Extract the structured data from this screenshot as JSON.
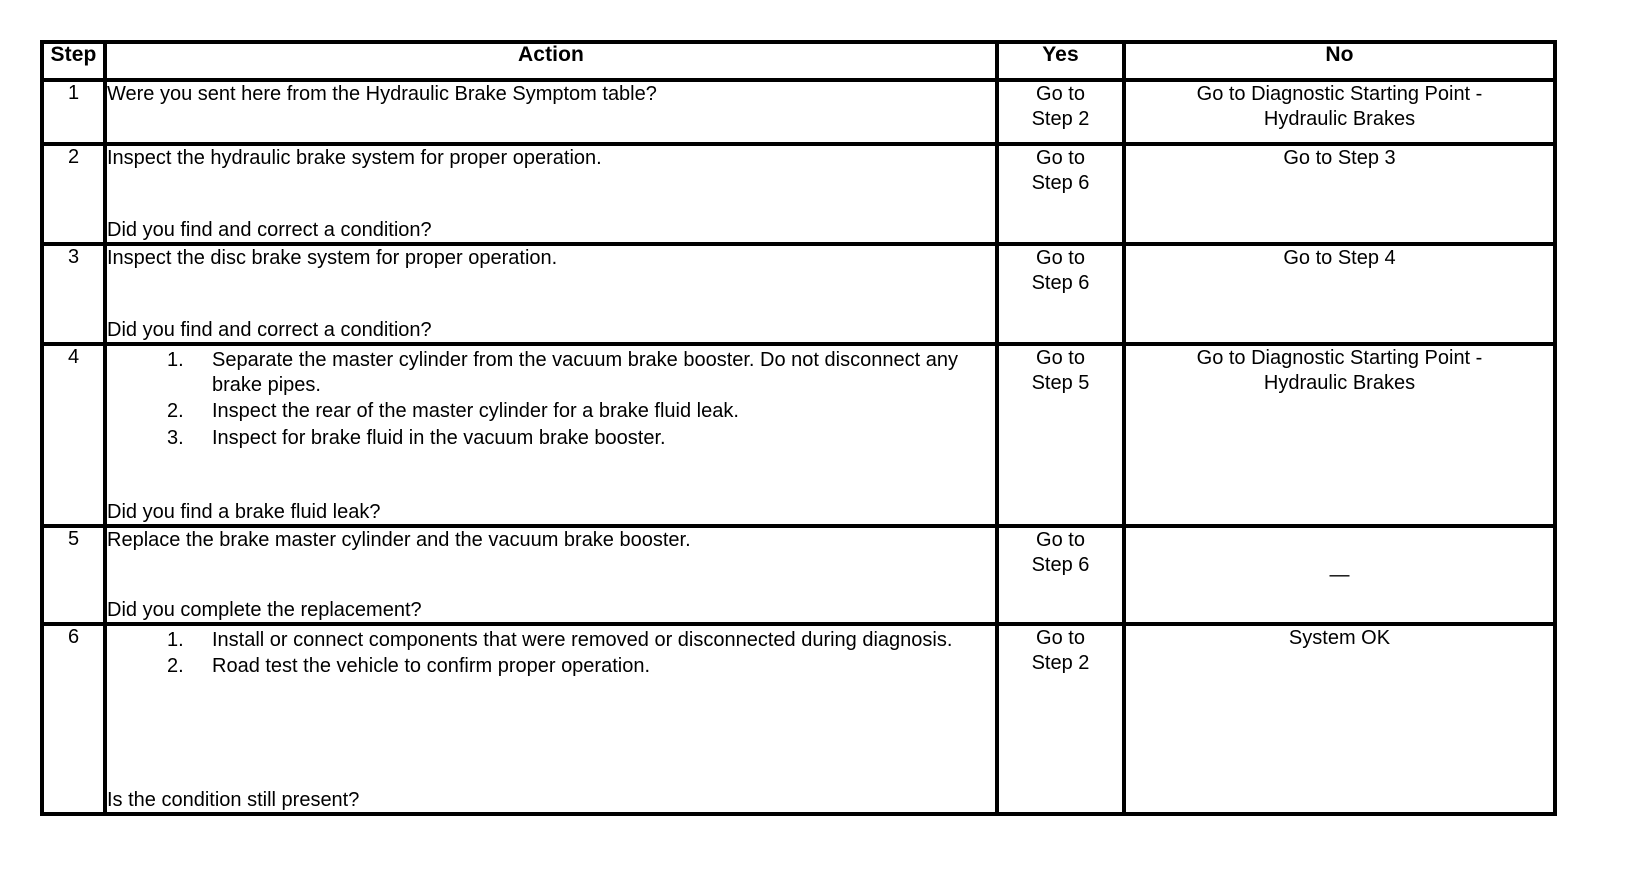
{
  "table": {
    "columns": [
      {
        "key": "step",
        "label": "Step"
      },
      {
        "key": "action",
        "label": "Action"
      },
      {
        "key": "yes",
        "label": "Yes"
      },
      {
        "key": "no",
        "label": "No"
      }
    ],
    "rows": [
      {
        "step": "1",
        "action_lead": "Were you sent here from the Hydraulic Brake Symptom table?",
        "action_items": [],
        "action_question": "",
        "yes": "Go to\nStep 2",
        "yes_line1": "Go to",
        "yes_line2": "Step 2",
        "no": "Go to Diagnostic Starting Point -\nHydraulic Brakes",
        "no_line1": "Go to Diagnostic Starting Point -",
        "no_line2": "Hydraulic Brakes"
      },
      {
        "step": "2",
        "action_lead": "Inspect the hydraulic brake system for proper operation.",
        "action_items": [],
        "action_question": "Did you find and correct a condition?",
        "yes_line1": "Go to",
        "yes_line2": "Step 6",
        "no_line1": "Go to Step 3",
        "no_line2": ""
      },
      {
        "step": "3",
        "action_lead": "Inspect the disc brake system for proper operation.",
        "action_items": [],
        "action_question": "Did you find and correct a condition?",
        "yes_line1": "Go to",
        "yes_line2": "Step 6",
        "no_line1": "Go to Step 4",
        "no_line2": ""
      },
      {
        "step": "4",
        "action_lead": "",
        "action_items": [
          "Separate the master cylinder from the vacuum brake booster. Do not disconnect any brake pipes.",
          "Inspect the rear of the master cylinder for a brake fluid leak.",
          "Inspect for brake fluid in the vacuum brake booster."
        ],
        "action_question": "Did you find a brake fluid leak?",
        "yes_line1": "Go to",
        "yes_line2": "Step 5",
        "no_line1": "Go to Diagnostic Starting Point -",
        "no_line2": "Hydraulic Brakes"
      },
      {
        "step": "5",
        "action_lead": "Replace the brake master cylinder and the vacuum brake booster.",
        "action_items": [],
        "action_question": "Did you complete the replacement?",
        "yes_line1": "Go to",
        "yes_line2": "Step 6",
        "no_line1": "—",
        "no_line2": ""
      },
      {
        "step": "6",
        "action_lead": "",
        "action_items": [
          "Install or connect components that were removed or disconnected during diagnosis.",
          "Road test the vehicle to confirm proper operation."
        ],
        "action_question": "Is the condition still present?",
        "yes_line1": "Go to",
        "yes_line2": "Step 2",
        "no_line1": "System OK",
        "no_line2": ""
      }
    ]
  },
  "colors": {
    "border": "#000000",
    "text": "#000000",
    "background": "#ffffff"
  }
}
